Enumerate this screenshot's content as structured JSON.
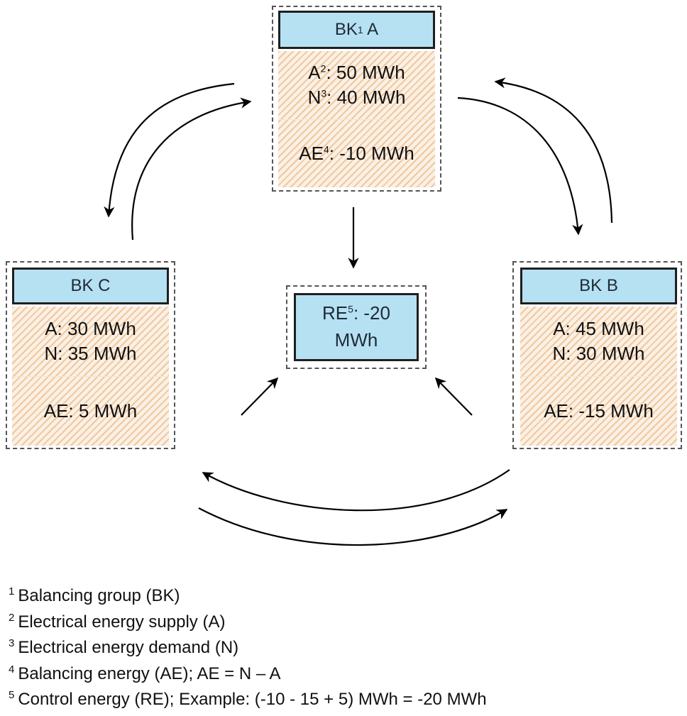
{
  "groups": {
    "a": {
      "title": "BK",
      "title_sup": "1",
      "title_suffix": " A",
      "supply_label": "A",
      "supply_sup": "2",
      "supply_value": ": 50 MWh",
      "demand_label": "N",
      "demand_sup": "3",
      "demand_value": ": 40 MWh",
      "balance_label": "AE",
      "balance_sup": "4",
      "balance_value": ": -10 MWh"
    },
    "b": {
      "title": "BK B",
      "supply": "A: 45 MWh",
      "demand": "N: 30 MWh",
      "balance": "AE: -15 MWh"
    },
    "c": {
      "title": "BK C",
      "supply": "A: 30 MWh",
      "demand": "N: 35 MWh",
      "balance": "AE: 5 MWh"
    }
  },
  "control": {
    "label": "RE",
    "sup": "5",
    "value": ": -20",
    "unit": "MWh"
  },
  "footnotes": [
    {
      "num": "1",
      "text": "Balancing group (BK)"
    },
    {
      "num": "2",
      "text": "Electrical energy supply (A)"
    },
    {
      "num": "3",
      "text": "Electrical energy demand (N)"
    },
    {
      "num": "4",
      "text": "Balancing energy (AE); AE = N – A"
    },
    {
      "num": "5",
      "text": "Control energy (RE); Example: (-10 - 15 + 5) MWh = -20 MWh"
    }
  ],
  "colors": {
    "header_fill": "#b6e1f2",
    "hatch": "#f0c8a0",
    "arrow": "#000000"
  }
}
